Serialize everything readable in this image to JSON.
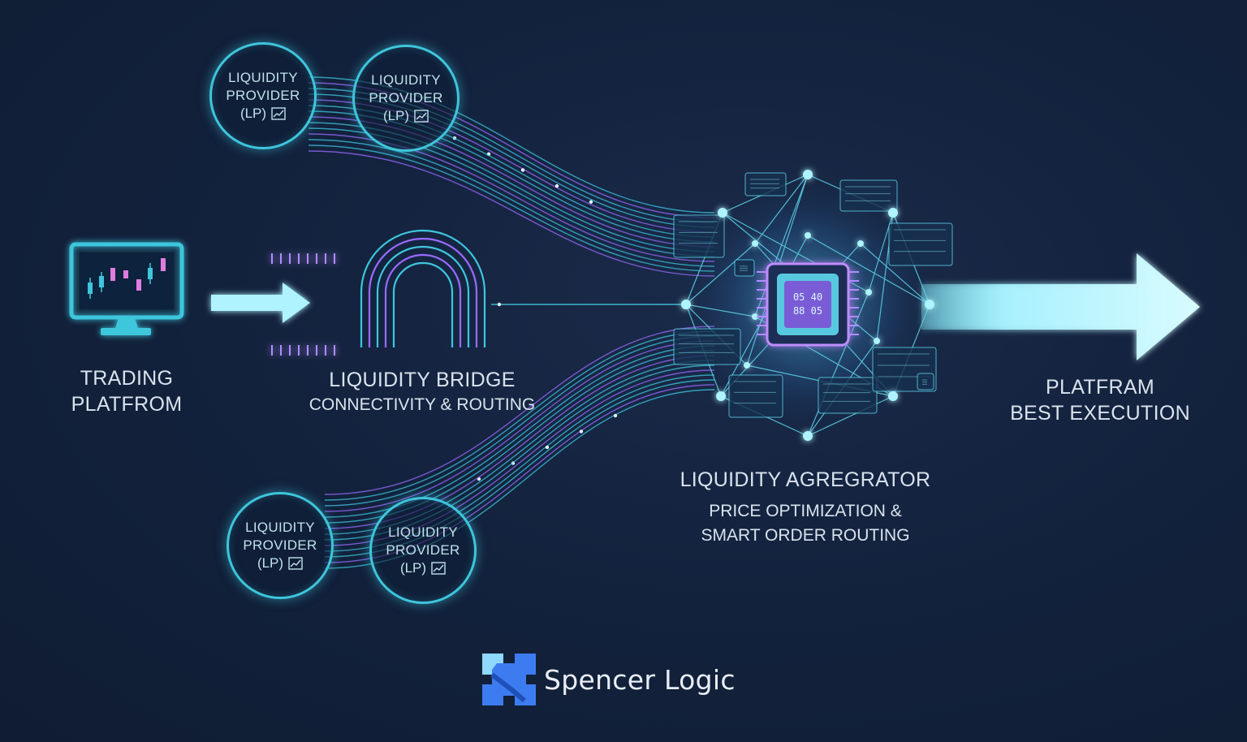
{
  "trading_platform": {
    "line1": "TRADING",
    "line2": "PLATFROM"
  },
  "bridge": {
    "title": "LIQUIDITY BRIDGE",
    "subtitle": "CONNECTIVITY & ROUTING"
  },
  "aggregator": {
    "title": "LIQUIDITY AGREGRATOR",
    "subtitle_line1": "PRICE OPTIMIZATION &",
    "subtitle_line2": "SMART ORDER ROUTING",
    "chip_line1": "05 40",
    "chip_line2": "88 05"
  },
  "output": {
    "line1": "PLATFRAM",
    "line2": "BEST EXECUTION"
  },
  "providers": [
    {
      "line1": "LIQUIDITY",
      "line2": "PROVIDER",
      "line3": "(LP)"
    },
    {
      "line1": "LIQUIDITY",
      "line2": "PROVIDER",
      "line3": "(LP)"
    },
    {
      "line1": "LIQUIDITY",
      "line2": "PROVIDER",
      "line3": "(LP)"
    },
    {
      "line1": "LIQUIDITY",
      "line2": "PROVIDER",
      "line3": "(LP)"
    }
  ],
  "brand": {
    "name": "Spencer Logic"
  },
  "colors": {
    "cyan": "#3ec6dc",
    "violet": "#9a6bff",
    "arrow": "#aef3ff",
    "background": "#13223d"
  },
  "icons": [
    "monitor-candlestick-icon",
    "arrow-right-icon",
    "bridge-arch-icon",
    "chip-icon",
    "spencer-logic-logo"
  ]
}
